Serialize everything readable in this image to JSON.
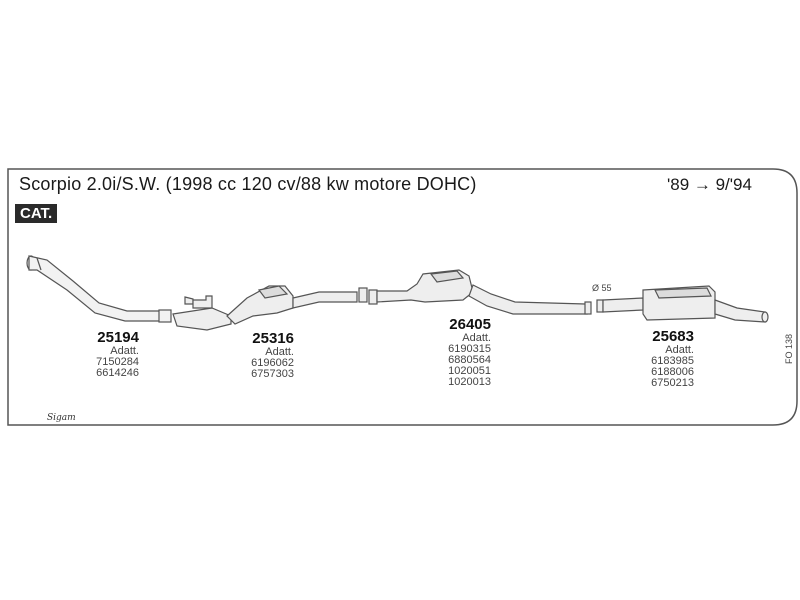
{
  "header": {
    "title": "Scorpio 2.0i/S.W. (1998 cc 120 cv/88 kw motore DOHC)",
    "date_range": "'89 → 9/'94",
    "badge": "CAT."
  },
  "parts": [
    {
      "number": "25194",
      "adatt_label": "Adatt.",
      "codes": [
        "7150284",
        "6614246"
      ]
    },
    {
      "number": "25316",
      "adatt_label": "Adatt.",
      "codes": [
        "6196062",
        "6757303"
      ]
    },
    {
      "number": "26405",
      "adatt_label": "Adatt.",
      "codes": [
        "6190315",
        "6880564",
        "1020051",
        "1020013"
      ]
    },
    {
      "number": "25683",
      "adatt_label": "Adatt.",
      "codes": [
        "6183985",
        "6188006",
        "6750213"
      ]
    }
  ],
  "annotations": {
    "diameter": "Ø 55",
    "reference": "FO 138",
    "logo": "Sigam"
  },
  "colors": {
    "line": "#555555",
    "component_fill": "#eeeeee",
    "badge_bg": "#2a2a2a"
  }
}
